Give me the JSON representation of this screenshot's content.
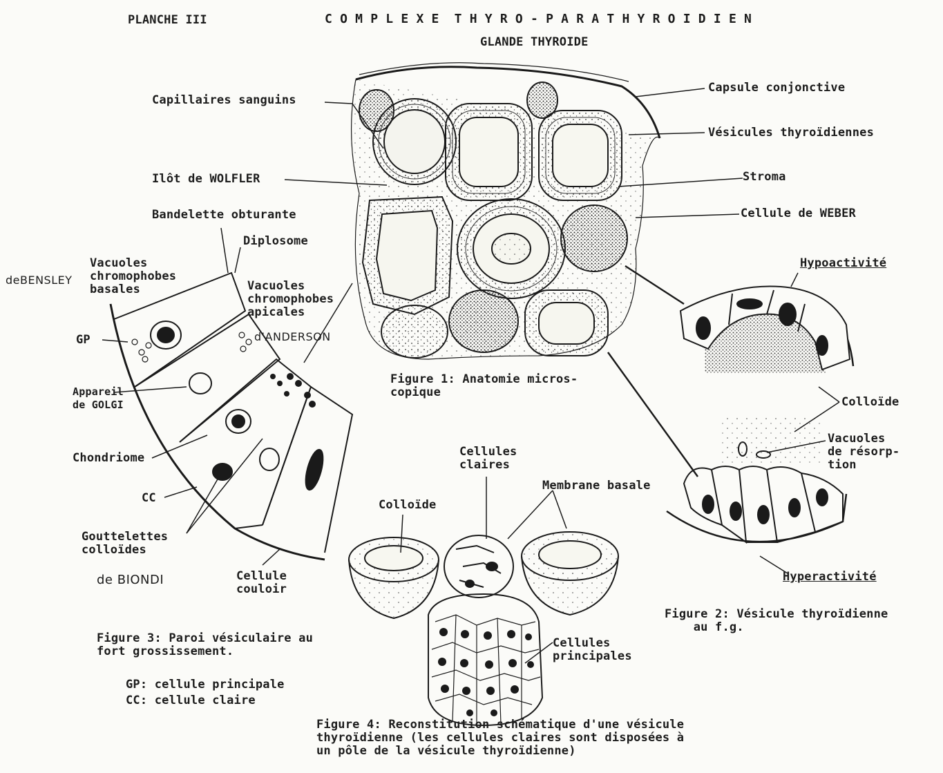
{
  "header": {
    "plate": "PLANCHE III",
    "title": "C O M P L E X E  T H Y R O - P A R A T H Y R O I D I E N",
    "subtitle": "GLANDE THYROIDE"
  },
  "figure1": {
    "labels": {
      "capillaires": "Capillaires sanguins",
      "ilot": "Ilôt de WOLFLER",
      "capsule": "Capsule conjonctive",
      "vesicules": "Vésicules thyroïdiennes",
      "stroma": "Stroma",
      "weber": "Cellule de WEBER"
    },
    "caption": "Figure 1: Anatomie micros-\ncopique"
  },
  "figure2": {
    "hypo": "Hypoactivité",
    "hyper": "Hyperactivité",
    "colloide": "Colloïde",
    "vacuoles": "Vacuoles\nde résorp-\ntion",
    "caption": "Figure 2: Vésicule thyroïdienne\n    au f.g."
  },
  "figure3": {
    "labels": {
      "bandelette": "Bandelette obturante",
      "diplosome": "Diplosome",
      "vacuoles_basales": "Vacuoles\nchromophobes\nbasales",
      "debensley": "deBENSLEY",
      "vacuoles_apicales": "Vacuoles\nchromophobes\napicales",
      "anderson": "d'ANDERSON",
      "gp": "GP",
      "golgi": "Appareil\nde GOLGI",
      "chondriome": "Chondriome",
      "cc": "CC",
      "gouttelettes": "Gouttelettes\ncolloïdes",
      "biondi": "de BIONDI",
      "couloir": "Cellule\ncouloir"
    },
    "caption": "Figure 3: Paroi vésiculaire au\nfort grossissement.",
    "legend_gp": "GP: cellule principale",
    "legend_cc": "CC: cellule claire"
  },
  "figure4": {
    "cellules_claires": "Cellules\nclaires",
    "colloide": "Colloïde",
    "membrane": "Membrane basale",
    "principales": "Cellules\nprincipales",
    "caption": "Figure 4: Reconstitution schématique d'une vésicule\nthyroïdienne (les cellules claires sont disposées à\nun pôle de la vésicule thyroïdienne)"
  }
}
